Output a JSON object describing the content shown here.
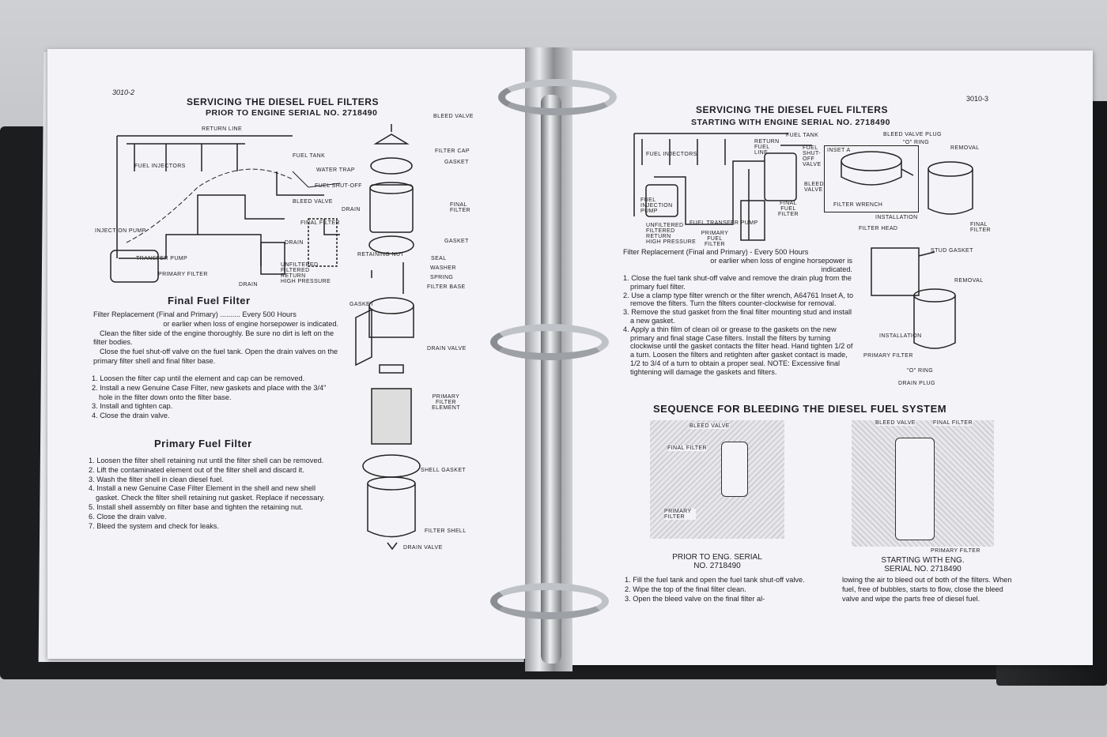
{
  "left_page": {
    "page_number": "3010-2",
    "title": "SERVICING THE DIESEL FUEL FILTERS",
    "subtitle": "PRIOR TO ENGINE SERIAL NO. 2718490",
    "diagram_labels": [
      "RETURN LINE",
      "FUEL INJECTORS",
      "FUEL TANK",
      "WATER TRAP",
      "FUEL SHUT-OFF",
      "BLEED VALVE",
      "DRAIN",
      "FINAL FILTER",
      "INJECTION PUMP",
      "TRANSFER PUMP",
      "DRAIN",
      "PRIMARY FILTER",
      "DRAIN"
    ],
    "legend": [
      "UNFILTERED",
      "FILTERED",
      "RETURN",
      "HIGH PRESSURE"
    ],
    "exploded_labels": [
      "BLEED VALVE",
      "FILTER CAP",
      "GASKET",
      "FINAL FILTER",
      "GASKET",
      "RETAINING NUT",
      "SEAL",
      "WASHER",
      "SPRING",
      "FILTER BASE",
      "GASKET",
      "DRAIN VALVE",
      "PRIMARY FILTER ELEMENT",
      "SHELL GASKET",
      "FILTER SHELL",
      "DRAIN VALVE"
    ],
    "final_heading": "Final Fuel Filter",
    "final_intro": [
      "Filter Replacement (Final and Primary) .......... Every 500 Hours",
      "or earlier when loss of engine horsepower is indicated.",
      "Clean the filter side of the engine thoroughly. Be sure no dirt is left on the filter bodies.",
      "Close the fuel shut-off valve on the fuel tank. Open the drain valves on the primary filter shell and final filter base."
    ],
    "final_steps": [
      "1. Loosen the filter cap until the element and cap can be removed.",
      "2. Install a new Genuine Case Filter, new gaskets and place with the 3/4\" hole in the filter down onto the filter base.",
      "3. Install and tighten cap.",
      "4. Close the drain valve."
    ],
    "primary_heading": "Primary Fuel Filter",
    "primary_steps": [
      "1. Loosen the filter shell retaining nut until the filter shell can be removed.",
      "2. Lift the contaminated element out of the filter shell and discard it.",
      "3. Wash the filter shell in clean diesel fuel.",
      "4. Install a new Genuine Case Filter Element in the shell and new shell gasket. Check the filter shell retaining nut gasket. Replace if necessary.",
      "5. Install shell assembly on filter base and tighten the retaining nut.",
      "6. Close the drain valve.",
      "7. Bleed the system and check for leaks."
    ]
  },
  "right_page": {
    "page_number": "3010-3",
    "title": "SERVICING THE DIESEL FUEL FILTERS",
    "subtitle": "STARTING WITH ENGINE SERIAL NO. 2718490",
    "diagram_labels": [
      "FUEL INJECTORS",
      "RETURN FUEL LINE",
      "FUEL TANK",
      "FUEL SHUT-OFF VALVE",
      "BLEED VALVE",
      "FUEL INJECTION PUMP",
      "FUEL TRANSFER PUMP",
      "PRIMARY FUEL FILTER",
      "FINAL FUEL FILTER"
    ],
    "legend": [
      "UNFILTERED",
      "FILTERED",
      "RETURN",
      "HIGH PRESSURE"
    ],
    "inset_labels": [
      "INSET A",
      "FILTER WRENCH",
      "BLEED VALVE PLUG",
      "\"O\" RING",
      "REMOVAL",
      "INSTALLATION",
      "FINAL FILTER",
      "STUD GASKET",
      "FILTER HEAD",
      "REMOVAL",
      "INSTALLATION",
      "PRIMARY FILTER",
      "\"O\" RING",
      "DRAIN PLUG"
    ],
    "intro": [
      "Filter Replacement (Final and Primary) - Every 500 Hours",
      "or earlier when loss of engine horsepower is",
      "indicated."
    ],
    "steps": [
      "1. Close the fuel tank shut-off valve and remove the drain plug from the primary fuel filter.",
      "2. Use a clamp type filter wrench or the filter wrench, A64761 Inset A, to remove the filters. Turn the filters counter-clockwise for removal.",
      "3. Remove the stud gasket from the final filter mounting stud and install a new gasket.",
      "4. Apply a thin film of clean oil or grease to the gaskets on the new primary and final stage Case filters. Install the filters by turning clockwise until the gasket contacts the filter head. Hand tighten 1/2 of a turn. Loosen the filters and retighten after gasket contact is made, 1/2 to 3/4 of a turn to obtain a proper seal. NOTE: Excessive final tightening will damage the gaskets and filters."
    ],
    "sequence_heading": "SEQUENCE FOR BLEEDING THE DIESEL FUEL SYSTEM",
    "photo1_labels": [
      "BLEED VALVE",
      "FINAL FILTER",
      "PRIMARY FILTER"
    ],
    "photo1_caption": [
      "PRIOR TO ENG. SERIAL",
      "NO. 2718490"
    ],
    "photo2_labels": [
      "BLEED VALVE",
      "FINAL FILTER",
      "PRIMARY FILTER"
    ],
    "photo2_caption": [
      "STARTING WITH ENG.",
      "SERIAL NO. 2718490"
    ],
    "bleed_steps_col1": [
      "1. Fill the fuel tank and open the fuel tank shut-off valve.",
      "2. Wipe the top of the final filter clean.",
      "3. Open the bleed valve on the final filter al-"
    ],
    "bleed_steps_col2": [
      "lowing the air to bleed out of both of the filters. When fuel, free of bubbles, starts to flow, close the bleed valve and wipe the parts free of diesel fuel."
    ]
  }
}
